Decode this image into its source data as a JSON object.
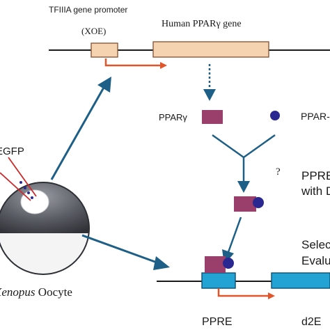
{
  "labels": {
    "promoter_title": "TFIIIA gene promoter",
    "xoe": "(XOE)",
    "gene_title": "Human PPARγ gene",
    "ppar_gamma": "PPARγ",
    "ppar_ligand": "PPAR-",
    "question": "?",
    "ppre_label_1": "PPRE",
    "ppre_label_2": "with D",
    "select_1": "Selec",
    "select_2": "Evalu",
    "egfp": "EGFP",
    "oocyte_italic": "Xenopus",
    "oocyte_rest": " Oocyte",
    "ppre_bottom": "PPRE",
    "d2e": "d2E"
  },
  "colors": {
    "gene_box_fill": "#f6d3b0",
    "gene_box_stroke": "#8a5a3c",
    "promoter_arrow": "#e0562a",
    "teal_arrow": "#1d5f86",
    "ppar_box": "#9a3f6c",
    "ligand_dot": "#2a2890",
    "ppre_box_fill": "#22a3d4",
    "ppre_box_stroke": "#0b4f74",
    "oocyte_dark": "#5a5c63",
    "injection_red": "#cc2a2a"
  }
}
